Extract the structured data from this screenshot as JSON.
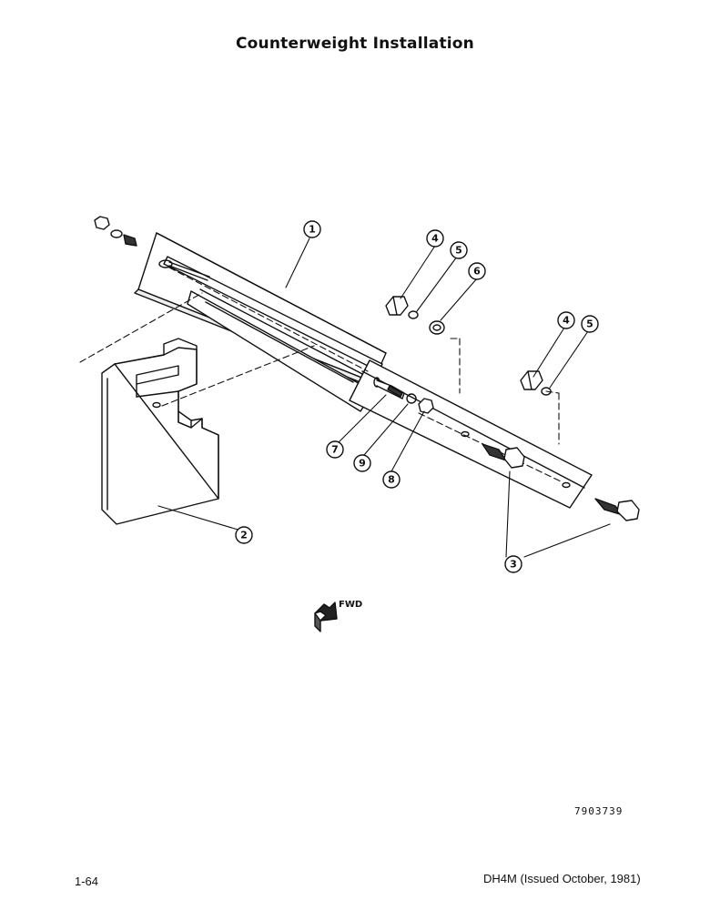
{
  "page": {
    "title": "Counterweight Installation",
    "page_number": "1-64",
    "document_ref": "DH4M (Issued October, 1981)",
    "figure_number": "7903739"
  },
  "figure": {
    "fwd_label": "FWD",
    "callouts": [
      "1",
      "2",
      "3",
      "4",
      "5",
      "6",
      "4",
      "5",
      "7",
      "9",
      "8"
    ]
  }
}
